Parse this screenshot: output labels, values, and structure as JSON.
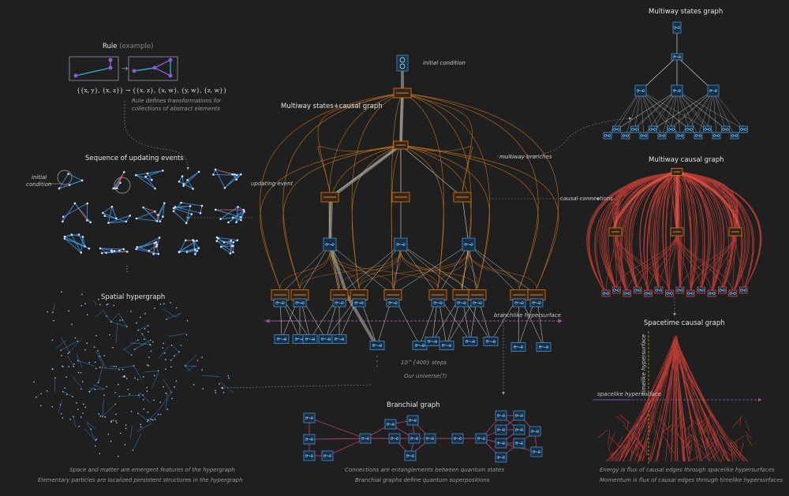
{
  "rule": {
    "title": "Rule",
    "title_suffix": "(example)",
    "formula": "{{x, y}, {x, z}} → {{x, z}, {x, w}, {y, w}, {z, w}}",
    "caption_line1": "Rule defines transformations for",
    "caption_line2": "collections of abstract elements"
  },
  "sequence": {
    "title": "Sequence of updating events",
    "initial_line1": "initial",
    "initial_line2": "condition",
    "dots": "⋮"
  },
  "spatial": {
    "title": "Spatial hypergraph",
    "caption_line1": "Space and matter are emergent features of the hypergraph",
    "caption_line2": "Elementary particles are localized persistent structures in the hypergraph"
  },
  "center": {
    "title": "Multiway states+causal graph",
    "initial_condition": "initial condition",
    "multiway_branches": "multiway branches",
    "updating_event": "updating event",
    "causal_connections": "causal connections",
    "branchlike_hypersurface": "branchlike hypersurface",
    "steps": "10^{400} steps",
    "universe": "Our universe(?)"
  },
  "branchial": {
    "title": "Branchial graph",
    "caption_line1": "Connections are entanglements between quantum states",
    "caption_line2": "Branchial graphs define quantum superpositions"
  },
  "right": {
    "multiway_states_title": "Multiway states graph",
    "multiway_causal_title": "Multiway causal graph",
    "spacetime_title": "Spacetime causal graph",
    "timelike": "timelike hypersurface",
    "spacelike": "spacelike hypersurface",
    "caption_line1": "Energy is flux of causal edges through spacelike hypersurfaces",
    "caption_line2": "Momentum is flux of causal edges through timelike hypersurfaces"
  },
  "colors": {
    "background": "#1f1f1f",
    "blue": "#3d8bd4",
    "orange": "#c8731e",
    "red": "#d9443a",
    "magenta": "#c0407a",
    "purple": "#8a5cd6"
  }
}
